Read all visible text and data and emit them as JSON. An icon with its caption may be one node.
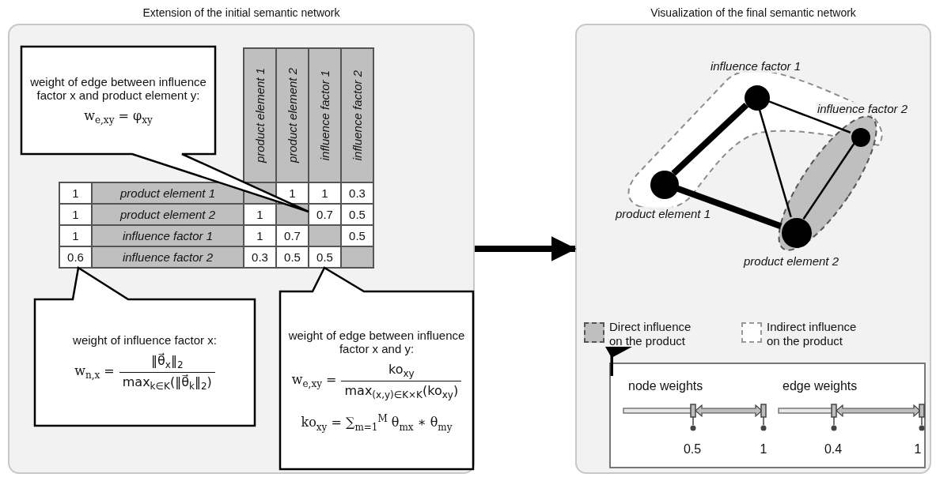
{
  "diagram": {
    "nodes": [
      {
        "text": [
          "Extension of the initial semantic network"
        ]
      },
      {
        "text": [
          "Visualization of the final semantic network"
        ]
      },
      {
        "text": [
          "weight of edge between influence factor x and product element y:",
          "w$_{e,xy}$ = φ$_{xy}$"
        ],
        "in": 0
      },
      {
        "text": [
          "weight of influence factor x:",
          "w$_{n,x}$ =",
          "‖θ⃗$_{x}$‖$_{2}$",
          "max$_{k∈K}$(‖θ⃗$_{k}$‖$_{2}$)"
        ],
        "in": 0
      },
      {
        "text": [
          "weight of edge between influence factor x and y:",
          "w$_{e,xy}$ =",
          "ko$_{xy}$",
          "max$_{(x,y)∈K×K}$(ko$_{xy}$)",
          "ko$_{xy}$ = ∑$_{m=1}$$^{M}$ θ$_{mx}$ ∗ θ$_{my}$"
        ],
        "in": 0
      },
      {
        "text": [],
        "shape": "circle",
        "beside": [
          "influence factor 1"
        ],
        "in": 1
      },
      {
        "text": [],
        "shape": "circle",
        "beside": [
          "influence factor 2"
        ],
        "in": 1
      },
      {
        "text": [],
        "shape": "circle",
        "beside": [
          "product element 1"
        ],
        "in": 1
      },
      {
        "text": [],
        "shape": "circle",
        "beside": [
          "product element 2"
        ],
        "in": 1
      },
      {
        "text": [
          "node weights",
          "0.5",
          "1",
          "edge weights",
          "0.4",
          "1"
        ],
        "in": 1
      }
    ],
    "edges": [
      {
        "from": 0,
        "to": 1,
        "arrow": "to",
        "style": "thick"
      },
      {
        "from": 5,
        "to": 7,
        "arrow": "none",
        "style": "thick"
      },
      {
        "from": 5,
        "to": 8,
        "arrow": "none"
      },
      {
        "from": 5,
        "to": 6,
        "arrow": "none"
      },
      {
        "from": 6,
        "to": 8,
        "arrow": "none"
      },
      {
        "from": 7,
        "to": 8,
        "arrow": "none",
        "style": "thick"
      }
    ],
    "labels": [
      "product element 1",
      "product element 2",
      "influence factor 1",
      "influence factor 2",
      "1",
      "product element 1",
      "1",
      "1",
      "0.3",
      "1",
      "product element 2",
      "1",
      "0.7",
      "0.5",
      "1",
      "influence factor 1",
      "1",
      "0.7",
      "0.5",
      "0.6",
      "influence factor 2",
      "0.3",
      "0.5",
      "0.5"
    ],
    "legend": [
      {
        "text": "Direct influence on the product",
        "color": "#bfbfbf"
      },
      {
        "text": "Indirect influence on the product",
        "color": "#ffffff"
      }
    ]
  }
}
